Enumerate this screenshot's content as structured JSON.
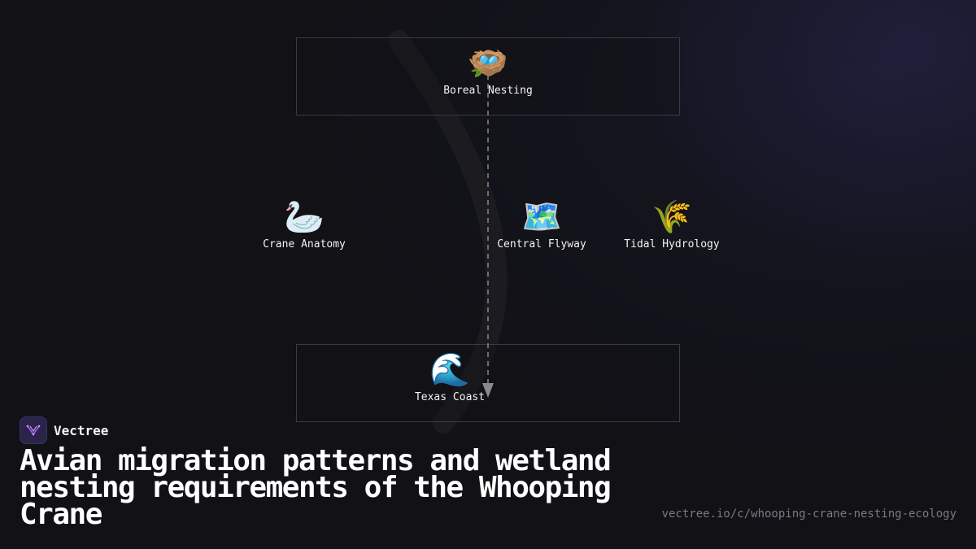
{
  "brand": {
    "name": "Vectree"
  },
  "title": "Avian migration patterns and wetland nesting requirements of the Whooping Crane",
  "url": "vectree.io/c/whooping-crane-nesting-ecology",
  "diagram": {
    "nodes": [
      {
        "id": "boreal",
        "label": "Boreal Nesting",
        "emoji": "🪺"
      },
      {
        "id": "crane",
        "label": "Crane Anatomy",
        "emoji": "🦢"
      },
      {
        "id": "flyway",
        "label": "Central Flyway",
        "emoji": "🗺️"
      },
      {
        "id": "tidal",
        "label": "Tidal Hydrology",
        "emoji": "🌾"
      },
      {
        "id": "texas",
        "label": "Texas Coast",
        "emoji": "🌊"
      }
    ],
    "edges": [
      {
        "from": "boreal",
        "to": "texas",
        "style": "dashed"
      }
    ]
  },
  "colors": {
    "background": "#111116",
    "box_border": "#3a3a40",
    "edge": "#8a8a8a",
    "brand_accent": "#a35cf0",
    "url": "#7a7a82"
  }
}
